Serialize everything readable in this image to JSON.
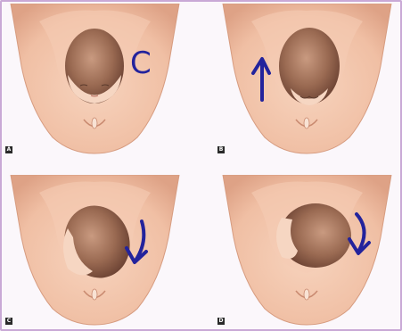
{
  "panels": [
    {
      "label": "A",
      "annotation": "C",
      "annotation_type": "handwritten-letter",
      "head_view": "face-up"
    },
    {
      "label": "B",
      "annotation": "",
      "annotation_type": "arrow-up",
      "head_view": "face-down"
    },
    {
      "label": "C",
      "annotation": "",
      "annotation_type": "arrow-curve-down",
      "head_view": "rotating-left"
    },
    {
      "label": "D",
      "annotation": "",
      "annotation_type": "arrow-curve-down",
      "head_view": "rotating-right"
    }
  ],
  "colors": {
    "skin": "#f3c7ae",
    "skin_shadow": "#e3a98e",
    "hair": "#8a5a45",
    "ink": "#23239c",
    "frame": "#c9a9d6"
  }
}
